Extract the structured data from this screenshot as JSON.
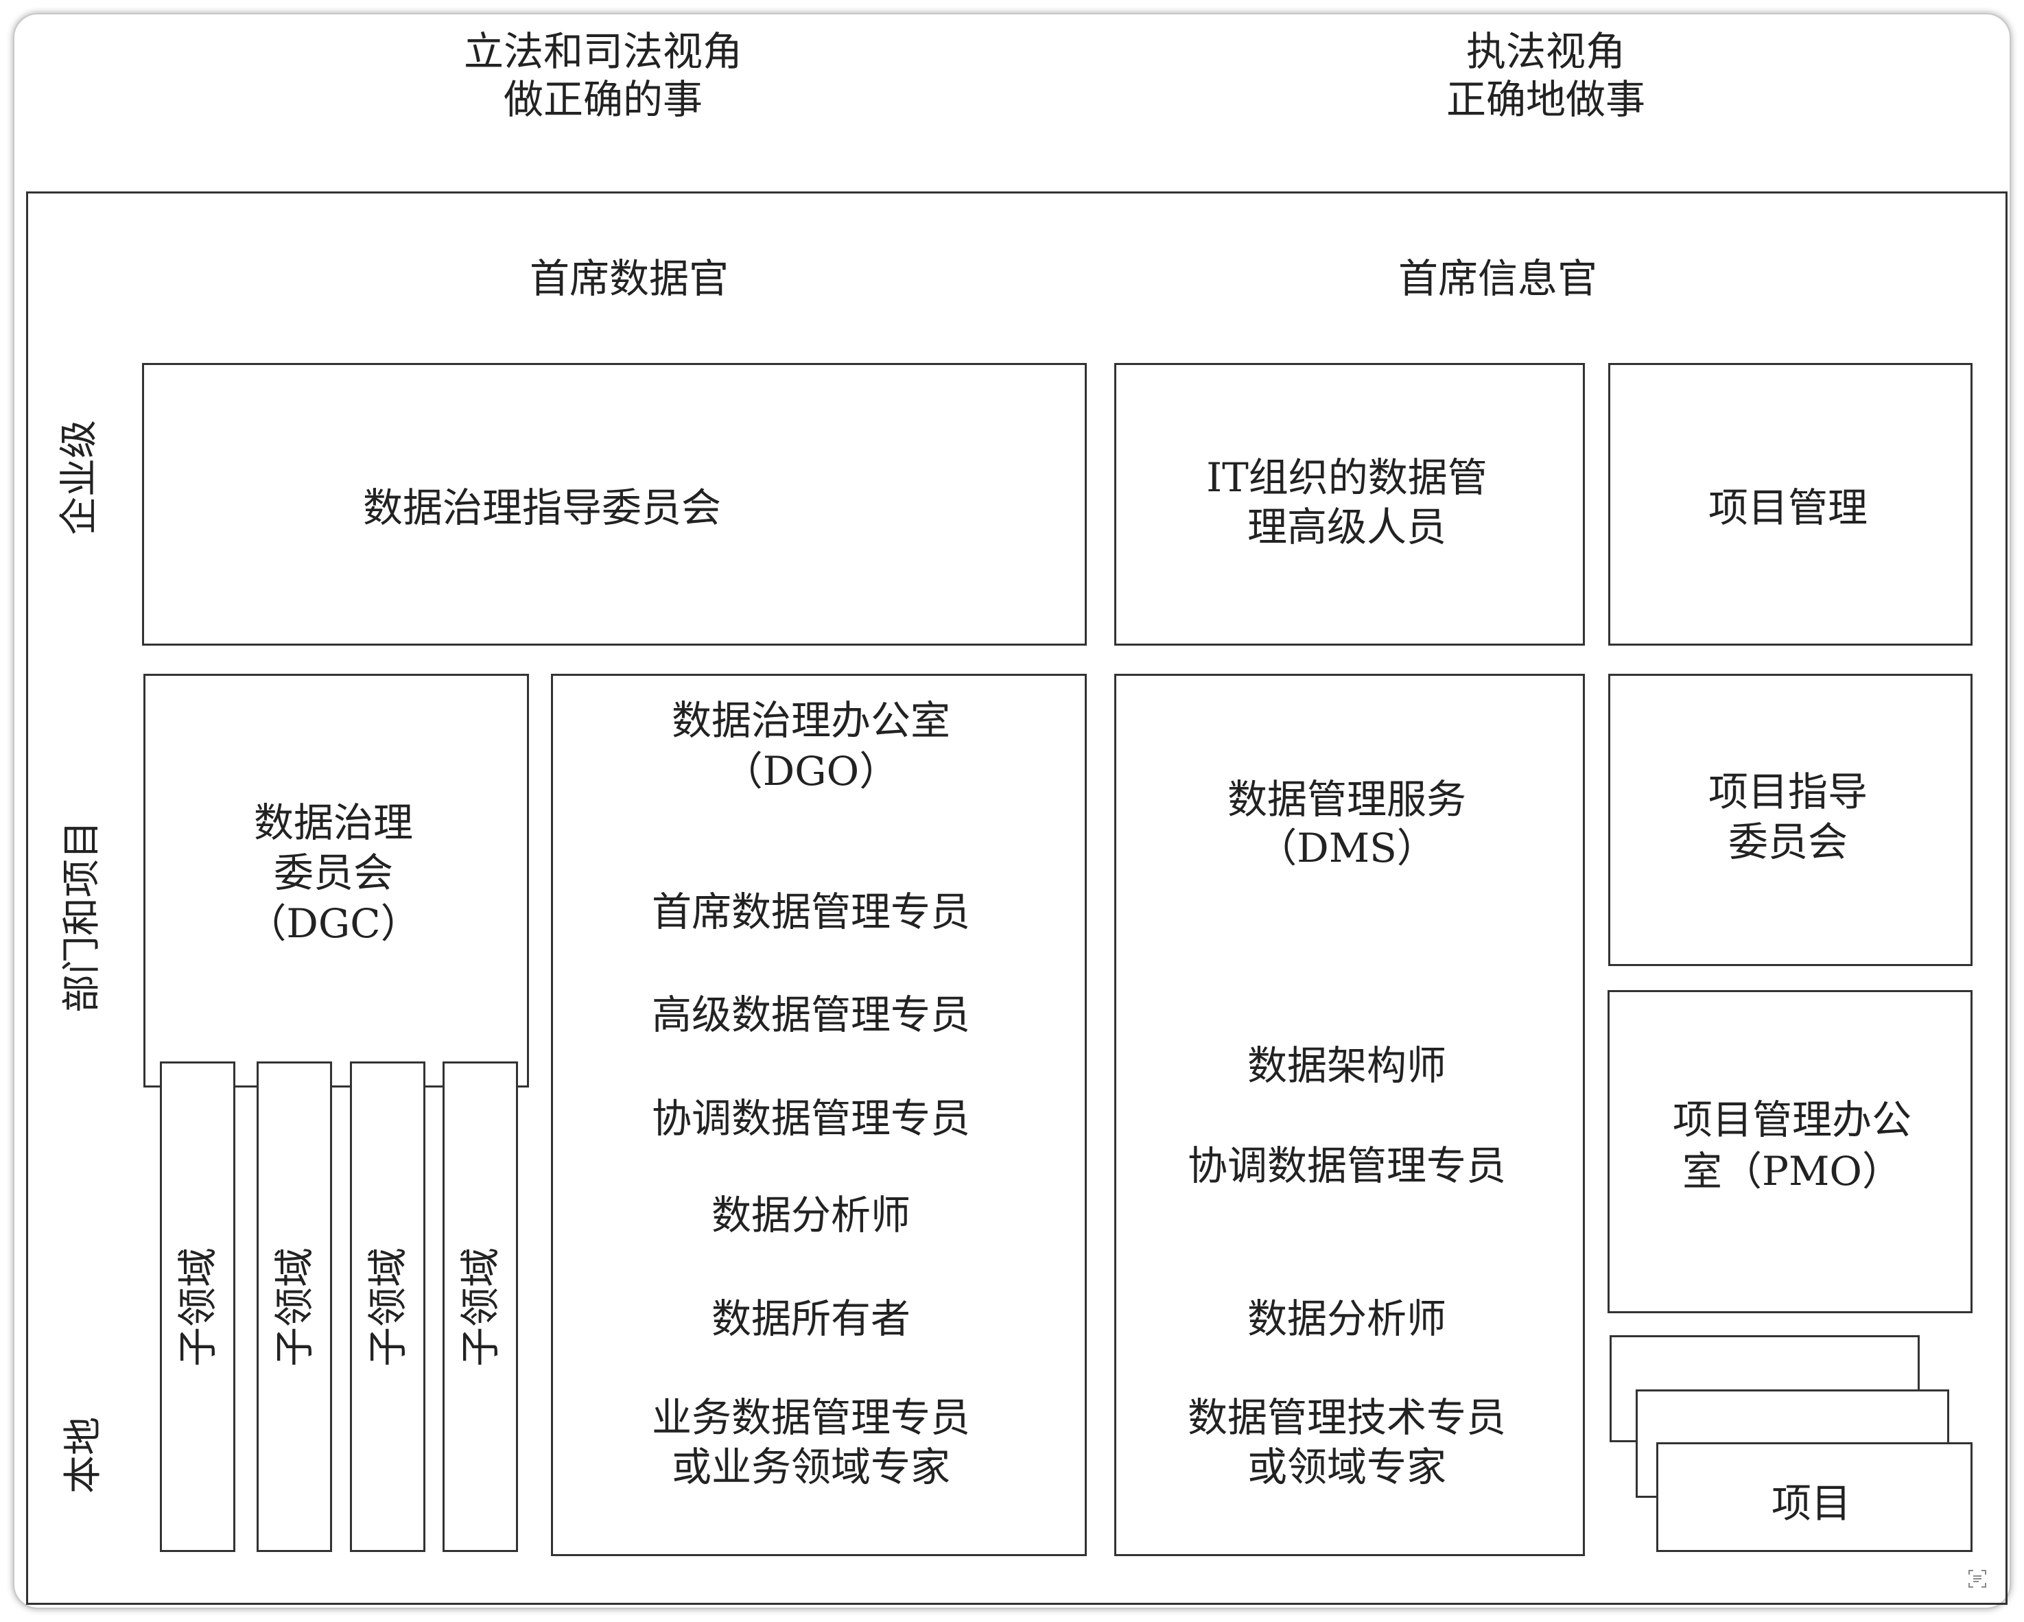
{
  "header": {
    "legislative_judicial": [
      "立法和司法视角",
      "做正确的事"
    ],
    "executive": [
      "执法视角",
      "正确地做事"
    ]
  },
  "roles": {
    "chief_data_officer": "首席数据官",
    "chief_information_officer": "首席信息官"
  },
  "levels": {
    "enterprise": "企业级",
    "divisions_programs": "部门和项目",
    "local": "本地"
  },
  "boxes": {
    "dg_steering_committee": [
      "数据治理指导委员会"
    ],
    "it_data_mgmt_executive": [
      "IT组织的数据管",
      "理高级人员"
    ],
    "program_management": [
      "项目管理"
    ],
    "dgc": {
      "title": [
        "数据治理",
        "委员会",
        "（DGC）"
      ],
      "subdomains": [
        "子领域",
        "子领域",
        "子领域",
        "子领域"
      ]
    },
    "dgo": {
      "title": [
        "数据治理办公室",
        "（DGO）"
      ],
      "members": [
        [
          "首席数据管理专员"
        ],
        [
          "高级数据管理专员"
        ],
        [
          "协调数据管理专员"
        ],
        [
          "数据分析师"
        ],
        [
          "数据所有者"
        ],
        [
          "业务数据管理专员",
          "或业务领域专家"
        ]
      ]
    },
    "dms": {
      "title": [
        "数据管理服务",
        "（DMS）"
      ],
      "members": [
        [
          "数据架构师"
        ],
        [
          "协调数据管理专员"
        ],
        [
          "数据分析师"
        ],
        [
          "数据管理技术专员",
          "或领域专家"
        ]
      ]
    },
    "program_steering_committee": [
      "项目指导",
      "委员会"
    ],
    "pmo": [
      "项目管理办公",
      "室（PMO）"
    ],
    "projects": "项目"
  },
  "icons": {
    "corner_tool": "scan-text-icon"
  },
  "colors": {
    "line": "#333333",
    "text": "#222222",
    "background": "#ffffff"
  }
}
